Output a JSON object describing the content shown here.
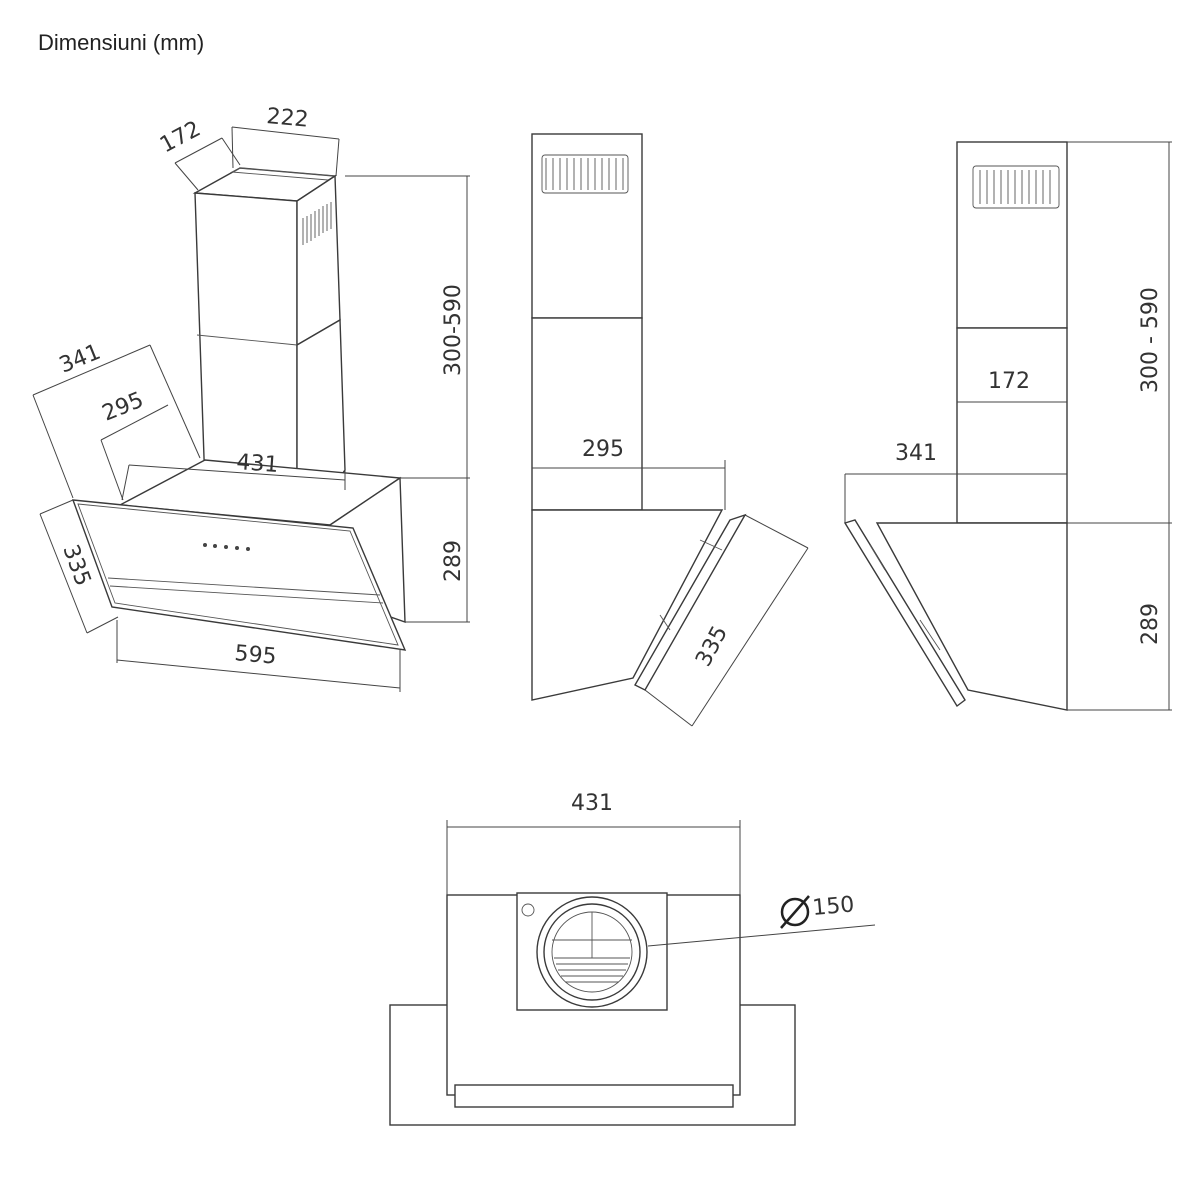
{
  "title": "Dimensiuni (mm)",
  "dimensions": {
    "iso_chimney_depth": "172",
    "iso_chimney_width": "222",
    "iso_chimney_height": "300-590",
    "iso_depth_outer": "341",
    "iso_depth_inner": "295",
    "iso_body_width": "431",
    "iso_panel_depth": "335",
    "iso_body_height": "289",
    "iso_total_width": "595",
    "side_depth": "295",
    "side_panel": "335",
    "side2_chimney_depth": "172",
    "side2_depth": "341",
    "side2_chimney_height": "300 - 590",
    "side2_body_height": "289",
    "top_width": "431",
    "duct_diameter": "150"
  },
  "icons": {
    "diameter_symbol": "diameter-icon"
  }
}
